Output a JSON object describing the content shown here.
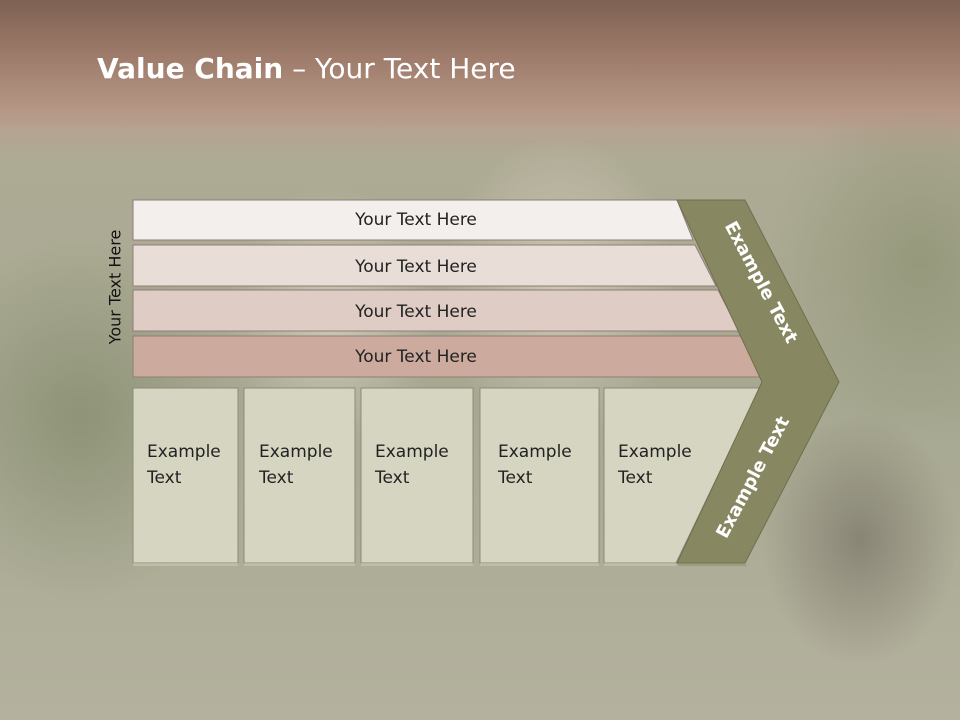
{
  "title": {
    "bold": "Value Chain",
    "rest": " – Your Text Here"
  },
  "side_label": "Your Text Here",
  "bars": [
    "Your Text Here",
    "Your Text Here",
    "Your Text Here",
    "Your Text Here"
  ],
  "boxes": [
    {
      "line1": "Example",
      "line2": "Text"
    },
    {
      "line1": "Example",
      "line2": "Text"
    },
    {
      "line1": "Example",
      "line2": "Text"
    },
    {
      "line1": "Example",
      "line2": "Text"
    },
    {
      "line1": "Example",
      "line2": "Text"
    }
  ],
  "chevron": {
    "upper_text": "Example Text",
    "lower_text": "Example Text"
  },
  "colors": {
    "bar_fills": [
      "#f3efec",
      "#e9ddd8",
      "#dfccc4",
      "#ccab9e"
    ],
    "box_fill": "#d5d5c2",
    "chevron_fill": "#878761",
    "title_band": "#9f7c6b"
  }
}
